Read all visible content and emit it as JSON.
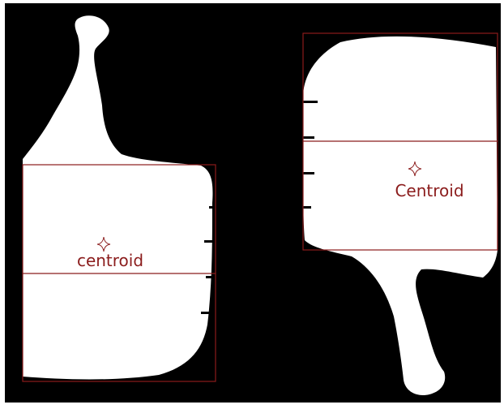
{
  "colors": {
    "background": "#000000",
    "silhouette": "#ffffff",
    "annotation": "#8b1c1c"
  },
  "figures": [
    {
      "name": "thumbs-up",
      "centroid_label": "centroid"
    },
    {
      "name": "thumbs-down",
      "centroid_label": "Centroid"
    }
  ]
}
